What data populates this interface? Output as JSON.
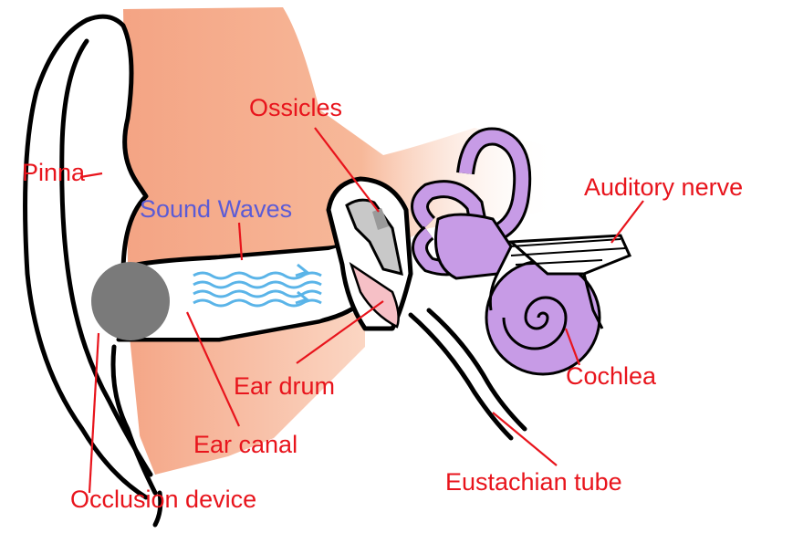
{
  "labels": {
    "pinna": "Pinna",
    "sound_waves": "Sound Waves",
    "ossicles": "Ossicles",
    "auditory_nerve": "Auditory nerve",
    "ear_drum": "Ear drum",
    "cochlea": "Cochlea",
    "ear_canal": "Ear canal",
    "eustachian_tube": "Eustachian tube",
    "occlusion_device": "Occlusion device"
  },
  "colors": {
    "label_red": "#e8141c",
    "label_blue": "#5b5bd6",
    "skin": "#f4a484",
    "ossicles": "#c8c8c8",
    "inner_ear": "#c79be6",
    "ear_drum": "#f6c0c6",
    "occlusion_device": "#7a7a7a",
    "waves": "#5ab4e8"
  }
}
